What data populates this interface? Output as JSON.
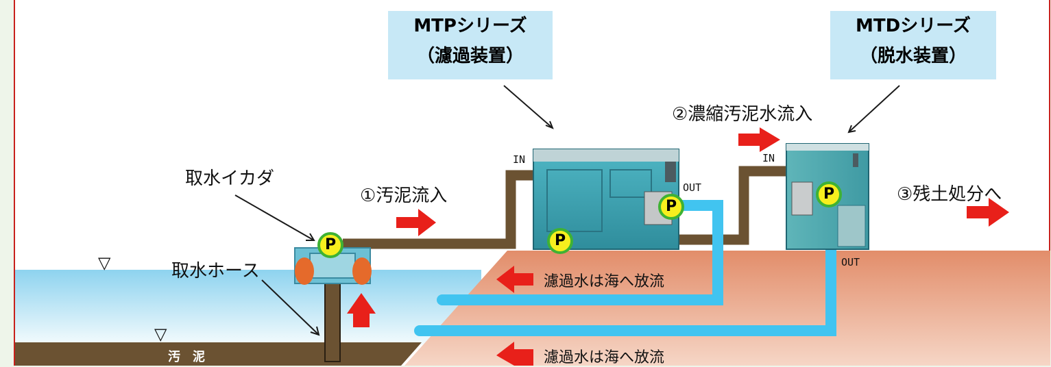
{
  "boxes": {
    "mtp": {
      "line1": "MTPシリーズ",
      "line2": "（濾過装置）"
    },
    "mtd": {
      "line1": "MTDシリーズ",
      "line2": "（脱水装置）"
    }
  },
  "labels": {
    "raft": "取水イカダ",
    "hose": "取水ホース",
    "sludge_inflow": "①汚泥流入",
    "concentrated_inflow": "②濃縮汚泥水流入",
    "disposal": "③残土処分へ",
    "discharge_upper": "濾過水は海へ放流",
    "discharge_lower": "濾過水は海へ放流",
    "seabed": "汚　泥"
  },
  "ports": {
    "mtp_in": "IN",
    "mtp_out": "OUT",
    "mtd_in": "IN",
    "mtd_out": "OUT"
  },
  "pump_symbol": "P",
  "water_level_symbol": "▽",
  "colors": {
    "pipe_brown": "#6b5232",
    "water_pipe": "#41c4f0",
    "arrow_red": "#e8201a",
    "machine_teal": "#3aa1b0",
    "callout_bg": "#c7e8f6",
    "border_red": "#c8201c"
  }
}
